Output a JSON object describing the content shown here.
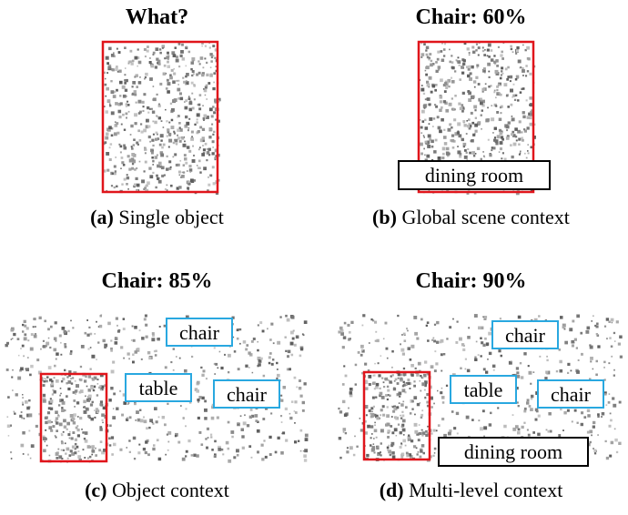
{
  "panels": {
    "a": {
      "heading": "What?",
      "caption_letter": "(a)",
      "caption_text": " Single object",
      "tags": []
    },
    "b": {
      "heading": "Chair: 60%",
      "caption_letter": "(b)",
      "caption_text": " Global scene context",
      "scene_tag": "dining room"
    },
    "c": {
      "heading": "Chair: 85%",
      "caption_letter": "(c)",
      "caption_text": " Object context",
      "object_tags": [
        "chair",
        "table",
        "chair"
      ]
    },
    "d": {
      "heading": "Chair: 90%",
      "caption_letter": "(d)",
      "caption_text": " Multi-level context",
      "object_tags": [
        "chair",
        "table",
        "chair"
      ],
      "scene_tag": "dining room"
    }
  },
  "colors": {
    "query_box": "#e0151b",
    "object_tag_border": "#29a8e0",
    "scene_tag_border": "#000000",
    "points": "#8a8a8a"
  }
}
